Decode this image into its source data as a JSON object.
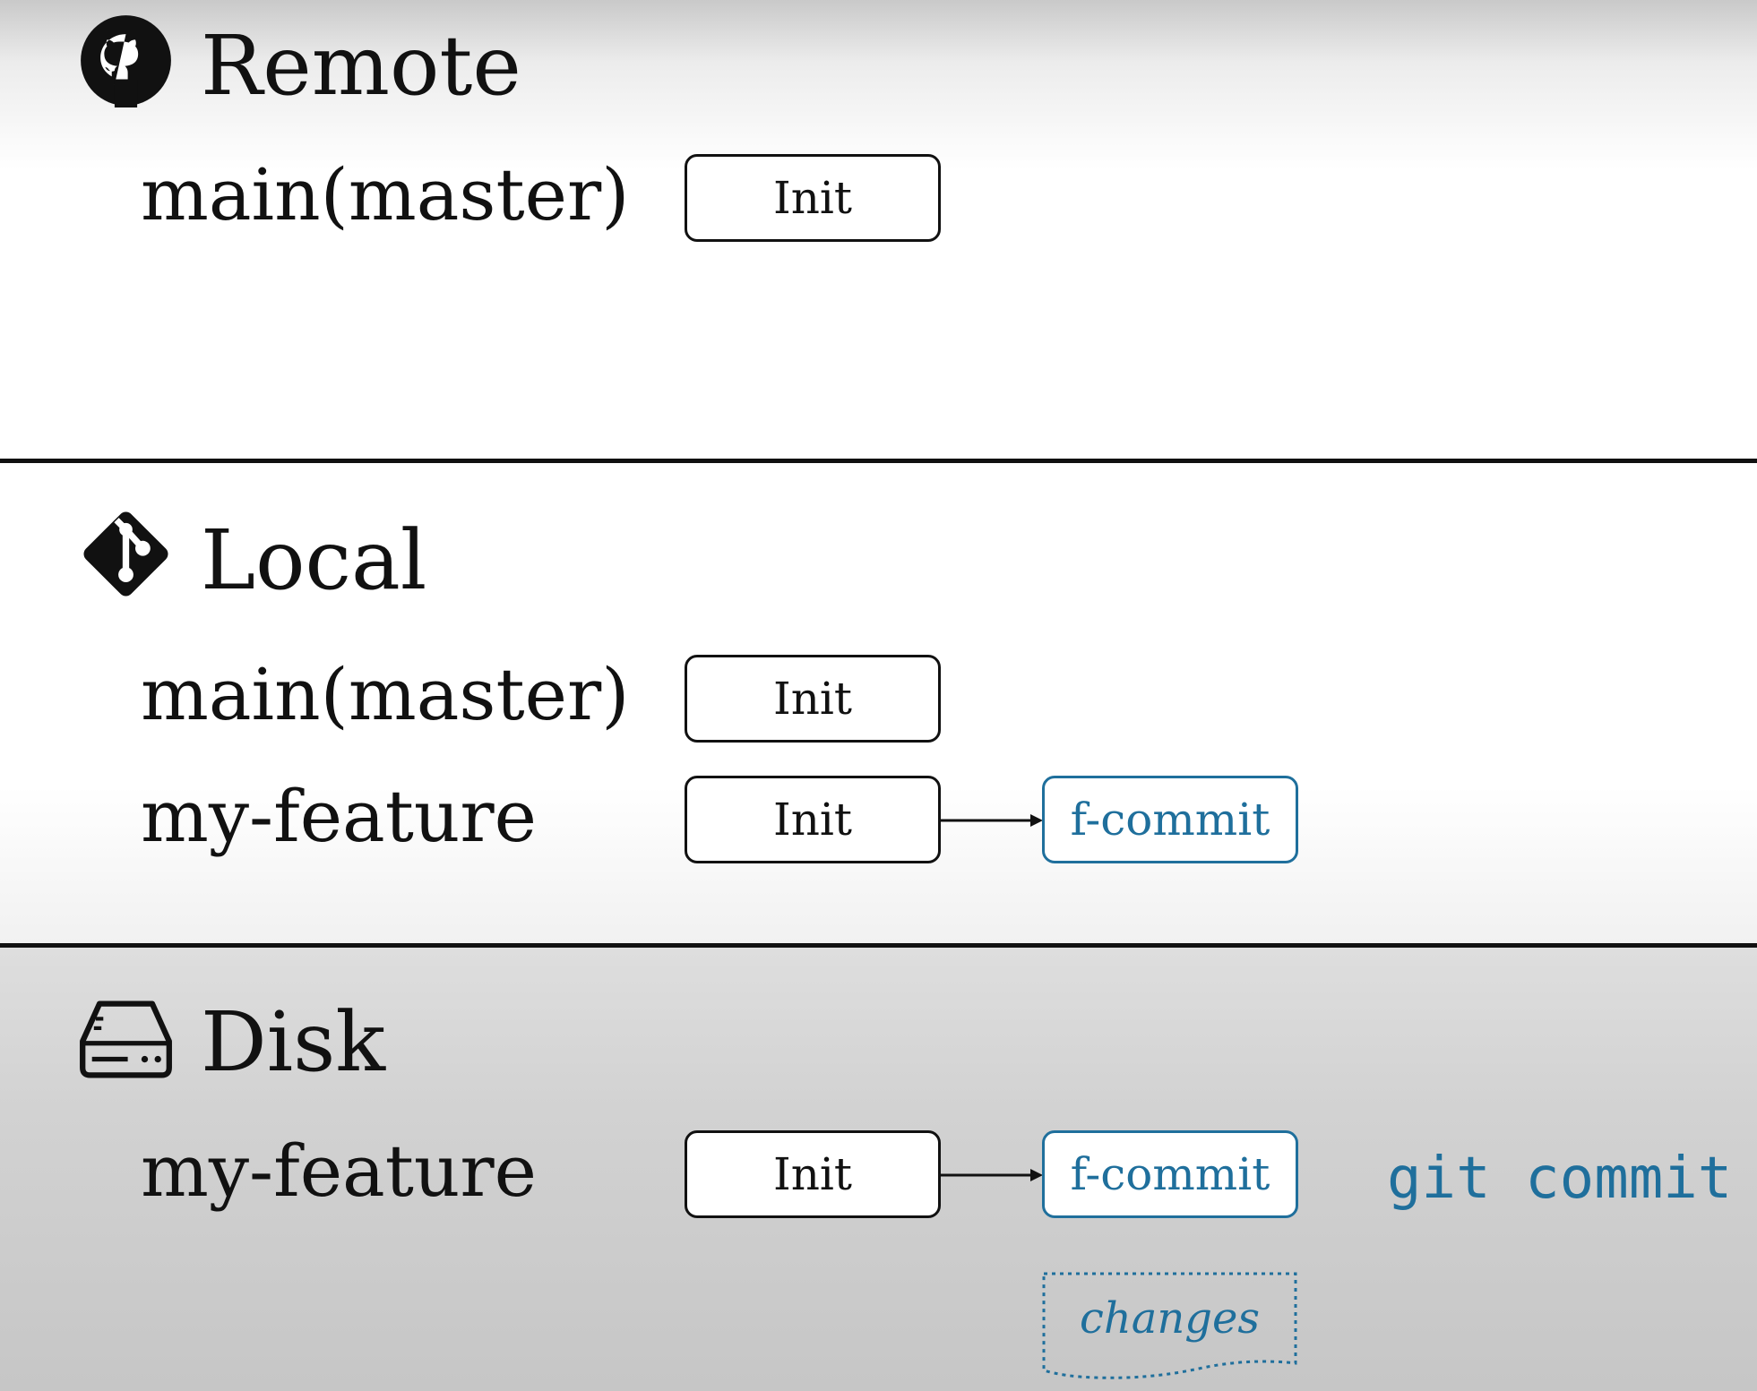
{
  "remote": {
    "title": "Remote",
    "icon": "github-icon",
    "branches": [
      {
        "name": "main(master)",
        "commits": [
          "Init"
        ]
      }
    ]
  },
  "local": {
    "title": "Local",
    "icon": "git-icon",
    "branches": [
      {
        "name": "main(master)",
        "commits": [
          "Init"
        ]
      },
      {
        "name": "my-feature",
        "commits": [
          "Init",
          "f-commit"
        ]
      }
    ]
  },
  "disk": {
    "title": "Disk",
    "icon": "hard-drive-icon",
    "branches": [
      {
        "name": "my-feature",
        "commits": [
          "Init",
          "f-commit"
        ]
      }
    ],
    "command": "git commit",
    "changes_label": "changes"
  },
  "colors": {
    "accent": "#1f6f9c",
    "border": "#111111"
  }
}
